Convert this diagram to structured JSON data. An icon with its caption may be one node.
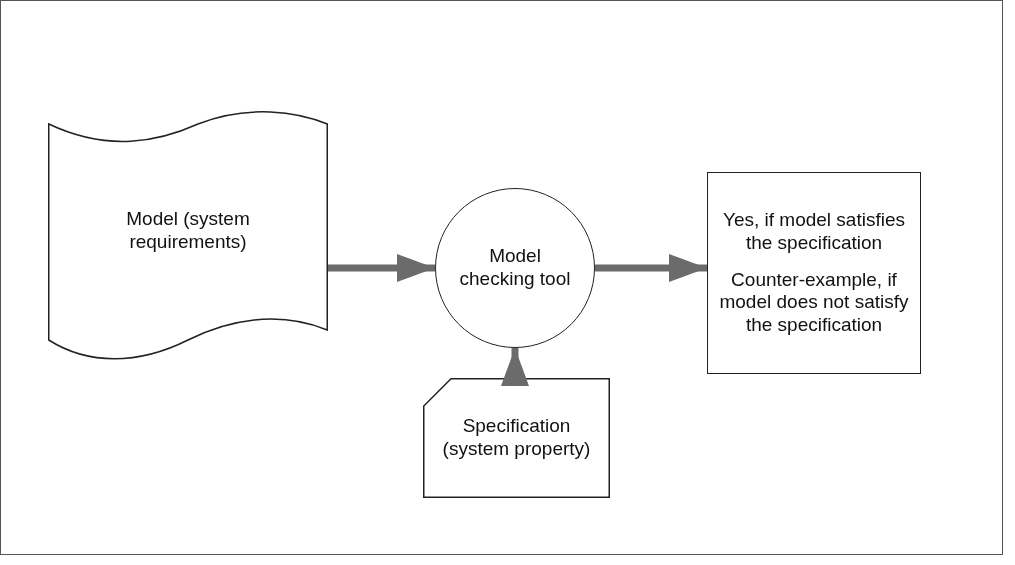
{
  "diagram": {
    "nodes": [
      {
        "text": [
          "Model (system requirements)"
        ]
      },
      {
        "text": [
          "Model checking tool"
        ]
      },
      {
        "text": [
          "Yes, if model satisfies the specification",
          "Counter-example, if model does not satisfy the specification"
        ]
      },
      {
        "text": [
          "Specification (system property)"
        ]
      }
    ],
    "edges": [
      {
        "from": 0,
        "to": 1,
        "arrow": "to"
      },
      {
        "from": 1,
        "to": 2,
        "arrow": "to"
      },
      {
        "from": 3,
        "to": 1,
        "arrow": "to"
      }
    ]
  }
}
